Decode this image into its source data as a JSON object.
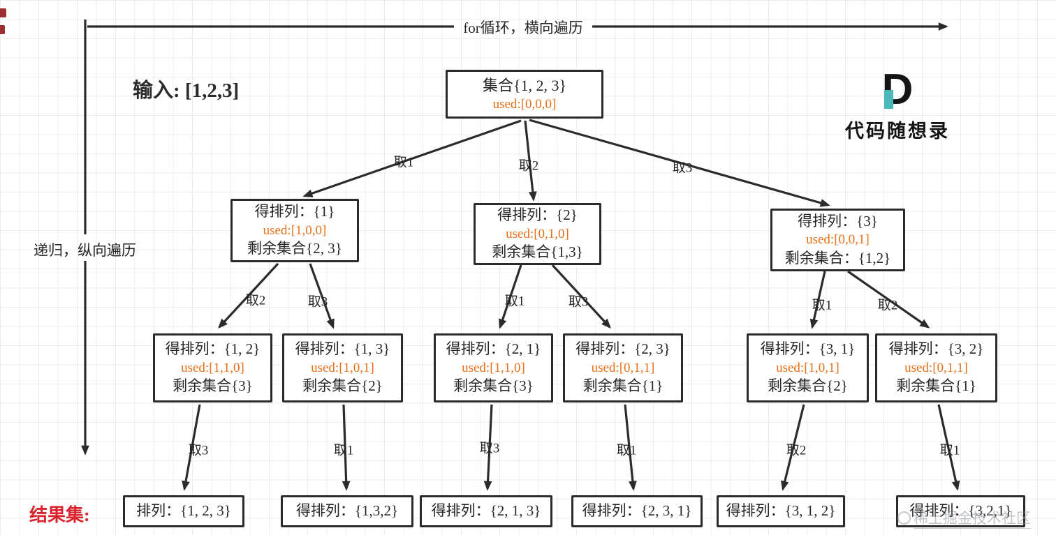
{
  "page": {
    "top_arrow_label": "for循环，横向遍历",
    "left_arrow_label": "递归，纵向遍历",
    "input_label": "输入: [1,2,3]",
    "result_label": "结果集:",
    "logo_letter": "D",
    "logo_text": "代码随想录",
    "watermark_text": "稀土掘金技术社区"
  },
  "colors": {
    "ink": "#2b2b2b",
    "used_text": "#e8701a",
    "result_label": "#d9232e",
    "logo_teal": "#4ab9b9",
    "grid": "#ececec"
  },
  "tree": {
    "root": {
      "title": "集合{1, 2, 3}",
      "used": "used:[0,0,0]"
    },
    "level1_edges": [
      "取1",
      "取2",
      "取3"
    ],
    "level2": [
      {
        "title": "得排列：{1}",
        "used": "used:[1,0,0]",
        "rest": "剩余集合{2, 3}"
      },
      {
        "title": "得排列：{2}",
        "used": "used:[0,1,0]",
        "rest": "剩余集合{1,3}"
      },
      {
        "title": "得排列：{3}",
        "used": "used:[0,0,1]",
        "rest": "剩余集合：{1,2}"
      }
    ],
    "level2_edges": [
      "取2",
      "取3",
      "取1",
      "取3",
      "取1",
      "取2"
    ],
    "level3": [
      {
        "title": "得排列：{1, 2}",
        "used": "used:[1,1,0]",
        "rest": "剩余集合{3}"
      },
      {
        "title": "得排列：{1, 3}",
        "used": "used:[1,0,1]",
        "rest": "剩余集合{2}"
      },
      {
        "title": "得排列：{2, 1}",
        "used": "used:[1,1,0]",
        "rest": "剩余集合{3}"
      },
      {
        "title": "得排列：{2, 3}",
        "used": "used:[0,1,1]",
        "rest": "剩余集合{1}"
      },
      {
        "title": "得排列：{3, 1}",
        "used": "used:[1,0,1]",
        "rest": "剩余集合{2}"
      },
      {
        "title": "得排列：{3, 2}",
        "used": "used:[0,1,1]",
        "rest": "剩余集合{1}"
      }
    ],
    "level3_edges": [
      "取3",
      "取1",
      "取3",
      "取1",
      "取2",
      "取1"
    ],
    "leaves": [
      "排列：{1, 2, 3}",
      "得排列：{1,3,2}",
      "得排列：{2, 1, 3}",
      "得排列：{2, 3, 1}",
      "得排列：{3, 1, 2}",
      "得排列：{3,2,1}"
    ]
  }
}
